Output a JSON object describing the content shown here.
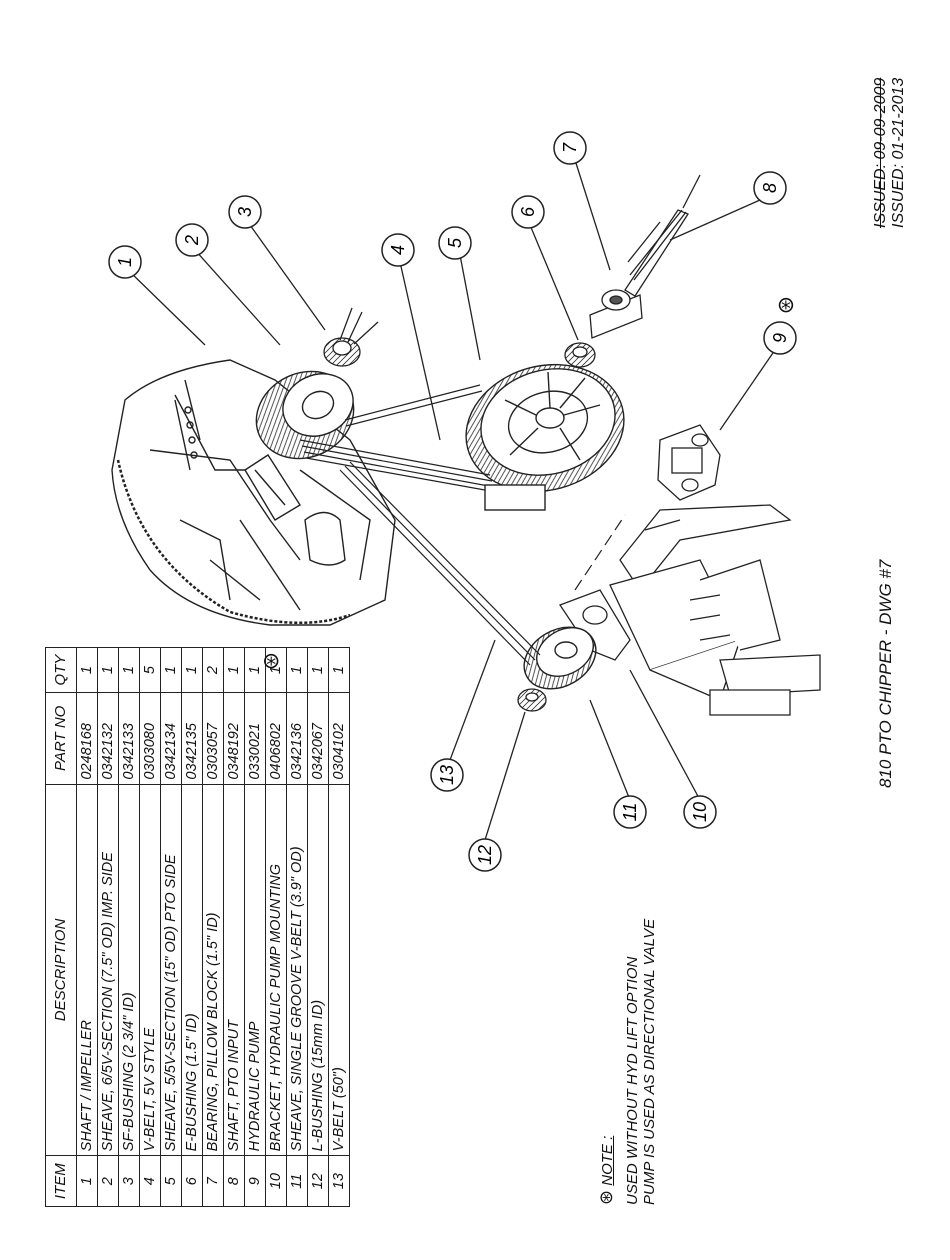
{
  "issued": {
    "old": "ISSUED: 09-09-2009",
    "current": "ISSUED: 01-21-2013"
  },
  "drawing_title": "810 PTO CHIPPER - DWG #7",
  "table": {
    "headers": {
      "item": "ITEM",
      "description": "DESCRIPTION",
      "part_no": "PART NO",
      "qty": "QTY"
    },
    "rows": [
      {
        "item": "1",
        "description": "SHAFT / IMPELLER",
        "part_no": "0248168",
        "qty": "1"
      },
      {
        "item": "2",
        "description": "SHEAVE, 6/5V-SECTION (7.5\" OD) IMP. SIDE",
        "part_no": "0342132",
        "qty": "1"
      },
      {
        "item": "3",
        "description": "SF-BUSHING (2 3/4\" ID)",
        "part_no": "0342133",
        "qty": "1"
      },
      {
        "item": "4",
        "description": "V-BELT, 5V STYLE",
        "part_no": "0303080",
        "qty": "5"
      },
      {
        "item": "5",
        "description": "SHEAVE, 5/5V-SECTION (15\" OD) PTO SIDE",
        "part_no": "0342134",
        "qty": "1"
      },
      {
        "item": "6",
        "description": "E-BUSHING (1.5\" ID)",
        "part_no": "0342135",
        "qty": "1"
      },
      {
        "item": "7",
        "description": "BEARING, PILLOW BLOCK (1.5\" ID)",
        "part_no": "0303057",
        "qty": "2"
      },
      {
        "item": "8",
        "description": "SHAFT, PTO INPUT",
        "part_no": "0348192",
        "qty": "1"
      },
      {
        "item": "9",
        "description": "HYDRAULIC PUMP",
        "part_no": "0330021",
        "qty": "1"
      },
      {
        "item": "10",
        "description": "BRACKET, HYDRAULIC PUMP MOUNTING",
        "part_no": "0406802",
        "qty": "1"
      },
      {
        "item": "11",
        "description": "SHEAVE, SINGLE GROOVE V-BELT (3.9\" OD)",
        "part_no": "0342136",
        "qty": "1"
      },
      {
        "item": "12",
        "description": "L-BUSHING (15mm ID)",
        "part_no": "0342067",
        "qty": "1"
      },
      {
        "item": "13",
        "description": "V-BELT (50\")",
        "part_no": "0304102",
        "qty": "1"
      }
    ]
  },
  "note": {
    "label": "NOTE :",
    "line1": "USED WITHOUT HYD LIFT OPTION",
    "line2": "PUMP IS USED AS DIRECTIONAL VALVE"
  },
  "balloons": [
    "1",
    "2",
    "3",
    "4",
    "5",
    "6",
    "7",
    "8",
    "9",
    "10",
    "11",
    "12",
    "13"
  ],
  "asterisk_symbol": "⊛"
}
